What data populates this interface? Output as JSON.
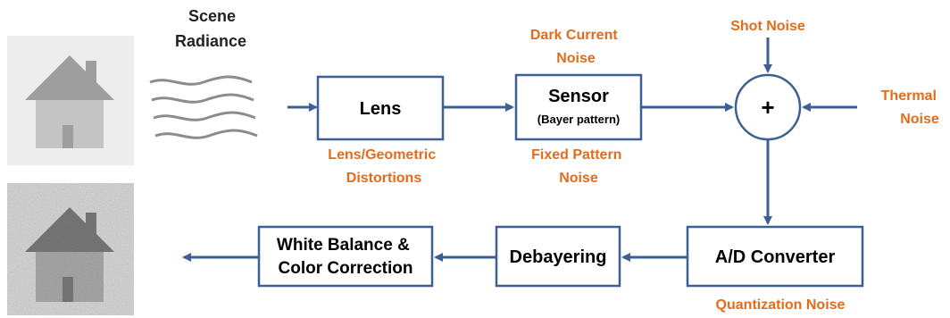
{
  "labels": {
    "scene_radiance": [
      "Scene",
      "Radiance"
    ],
    "dark_current_noise": [
      "Dark Current",
      "Noise"
    ],
    "shot_noise": "Shot Noise",
    "thermal_noise": [
      "Thermal",
      "Noise"
    ],
    "lens_distortions": [
      "Lens/Geometric",
      "Distortions"
    ],
    "fixed_pattern_noise": [
      "Fixed Pattern",
      "Noise"
    ],
    "quantization_noise": "Quantization Noise"
  },
  "blocks": {
    "lens": "Lens",
    "sensor": "Sensor",
    "sensor_sub": "(Bayer pattern)",
    "sum": "+",
    "ad_converter": "A/D Converter",
    "debayering": "Debayering",
    "white_balance": [
      "White Balance &",
      "Color Correction"
    ]
  },
  "icons": {
    "clean_house": "house-icon",
    "noisy_house": "noisy-house-icon"
  },
  "colors": {
    "arrow": "#3d5f93",
    "noise_label": "#e36c1c",
    "box_border": "#3d5f93"
  }
}
